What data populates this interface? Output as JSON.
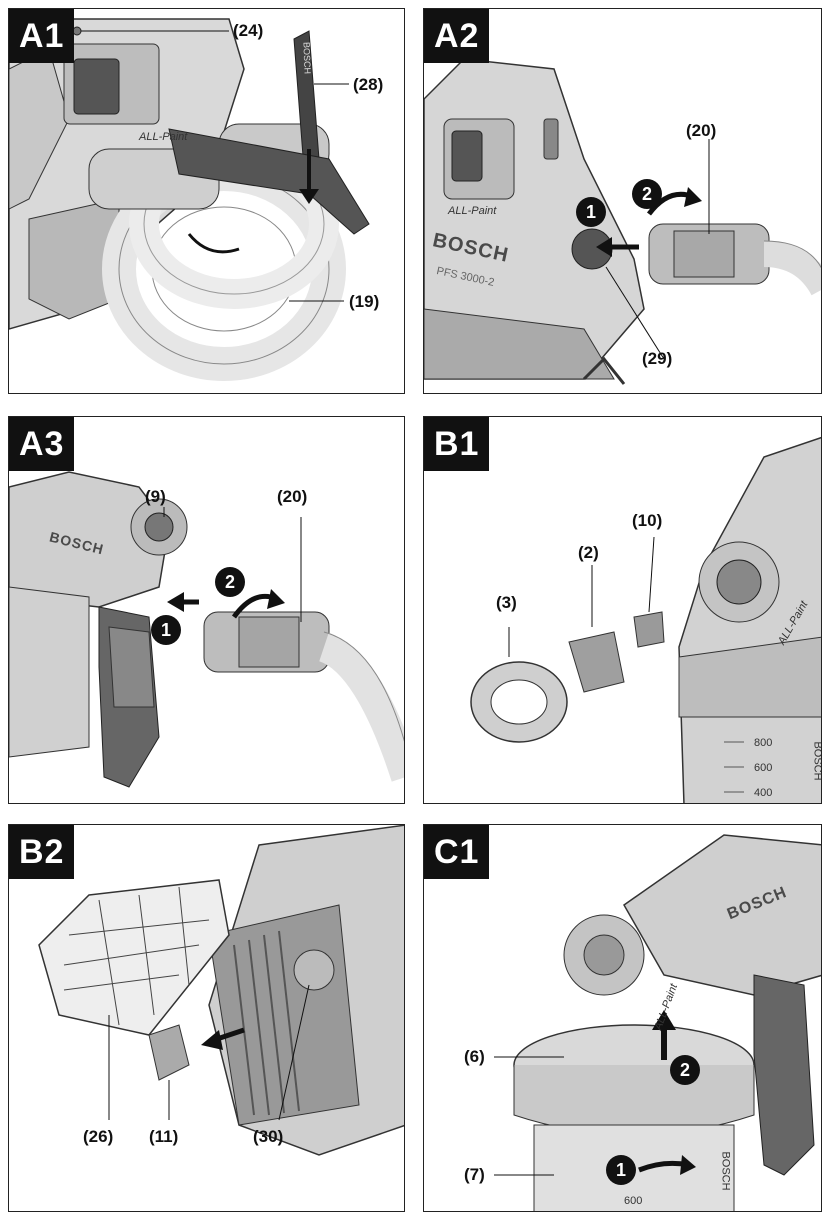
{
  "panels": {
    "a1": {
      "badge": "A1",
      "callouts": {
        "c24": "(24)",
        "c28": "(28)",
        "c19": "(19)"
      },
      "brand": "ALL-Paint",
      "strap_text": "BOSCH"
    },
    "a2": {
      "badge": "A2",
      "callouts": {
        "c20": "(20)",
        "c29": "(29)"
      },
      "steps": {
        "s1": "1",
        "s2": "2"
      },
      "brand": "BOSCH",
      "model": "PFS 3000-2",
      "label": "ALL-Paint"
    },
    "a3": {
      "badge": "A3",
      "callouts": {
        "c9": "(9)",
        "c20": "(20)"
      },
      "steps": {
        "s1": "1",
        "s2": "2"
      },
      "brand": "BOSCH"
    },
    "b1": {
      "badge": "B1",
      "callouts": {
        "c10": "(10)",
        "c2": "(2)",
        "c3": "(3)"
      },
      "brand": "ALL-Paint",
      "scale": {
        "m800": "800",
        "m600": "600",
        "m400": "400"
      },
      "side_brand": "BOSCH"
    },
    "b2": {
      "badge": "B2",
      "callouts": {
        "c26": "(26)",
        "c11": "(11)",
        "c30": "(30)"
      }
    },
    "c1": {
      "badge": "C1",
      "callouts": {
        "c6": "(6)",
        "c7": "(7)"
      },
      "steps": {
        "s1": "1",
        "s2": "2"
      },
      "brand": "BOSCH",
      "label": "ALL-Paint",
      "scale": {
        "m600": "600"
      },
      "side_brand": "BOSCH"
    }
  }
}
